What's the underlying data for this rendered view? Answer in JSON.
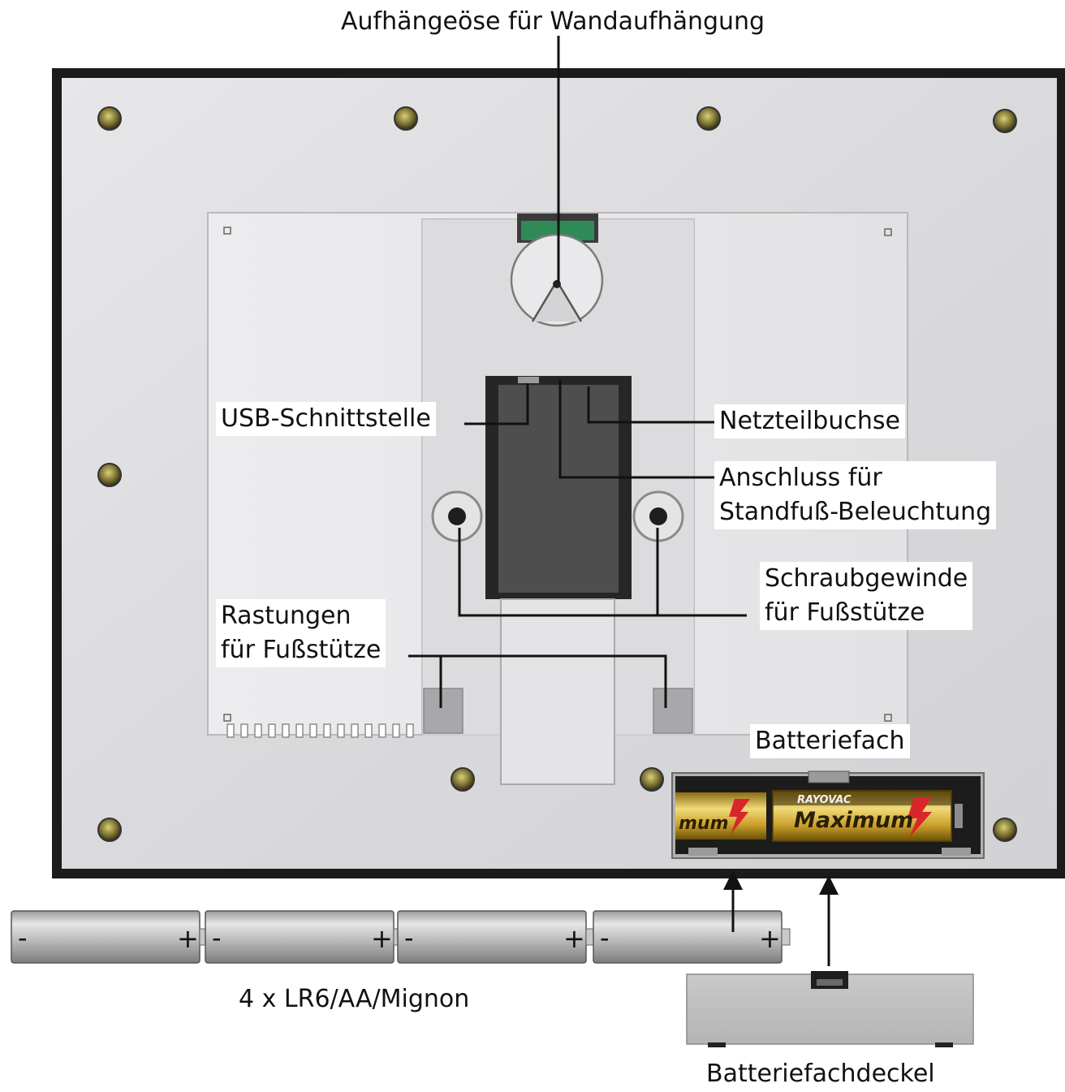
{
  "labels": {
    "hanging_eye": "Aufhängeöse für Wandaufhängung",
    "usb": "USB-Schnittstelle",
    "power_socket": "Netzteilbuchse",
    "lighting_port_line1": "Anschluss für",
    "lighting_port_line2": "Standfuß-Beleuchtung",
    "screw_thread_line1": "Schraubgewinde",
    "screw_thread_line2": "für Fußstütze",
    "detents_line1": "Rastungen",
    "detents_line2": "für Fußstütze",
    "battery_compartment": "Batteriefach",
    "battery_cover": "Batteriefachdeckel",
    "batteries": "4 x LR6/AA/Mignon"
  },
  "battery_brand": {
    "top": "RAYOVAC",
    "main": "Maximum",
    "left_partial": "mum"
  },
  "battery_signs": {
    "minus": "-",
    "plus": "+"
  },
  "colors": {
    "frame": "#1a1a1a",
    "panel": "#dcdcde",
    "battery_gold": "#d8b63a",
    "accent_red": "#d8262a",
    "connector_green": "#2f8a58"
  }
}
